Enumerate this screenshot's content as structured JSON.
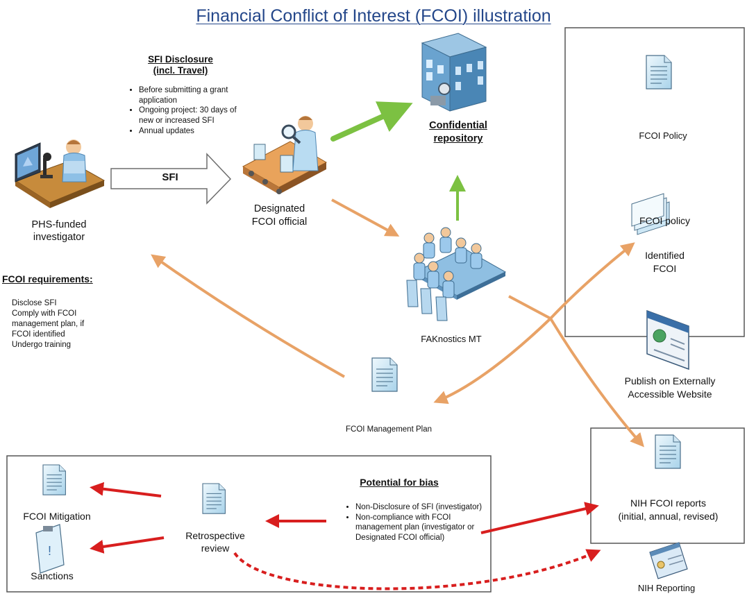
{
  "title": "Financial Conflict of Interest (FCOI) illustration",
  "sfi_disclosure": {
    "heading_line1": "SFI Disclosure",
    "heading_line2": "(incl. Travel)",
    "items": [
      "Before submitting a grant application",
      "Ongoing project: 30 days of new or increased SFI",
      "Annual updates"
    ],
    "arrow_label": "SFI"
  },
  "investigator": {
    "line1": "PHS-funded",
    "line2": "investigator"
  },
  "official": {
    "line1": "Designated",
    "line2": "FCOI official"
  },
  "repository": {
    "line1": "Confidential",
    "line2": "repository"
  },
  "committee": {
    "label": "FAKnostics MT"
  },
  "requirements": {
    "heading": "FCOI requirements:",
    "items": [
      "Disclose SFI",
      "Comply with FCOI",
      "management plan, if",
      "FCOI identified",
      "Undergo training"
    ]
  },
  "management_plan": {
    "label": "FCOI Management Plan"
  },
  "policy": {
    "label": "FCOI Policy"
  },
  "identified": {
    "overlay": "FCOI policy",
    "line1": "Identified",
    "line2": "FCOI"
  },
  "publish": {
    "line1": "Publish on Externally",
    "line2": "Accessible Website"
  },
  "nih_reports": {
    "line1": "NIH FCOI reports",
    "line2": "(initial, annual, revised)"
  },
  "nih_reporting": {
    "label": "NIH Reporting"
  },
  "bias": {
    "heading": "Potential for bias",
    "items": [
      "Non-Disclosure of SFI (investigator)",
      "Non-compliance with FCOI management plan (investigator or Designated FCOI official)"
    ]
  },
  "retrospective": {
    "line1": "Retrospective",
    "line2": "review"
  },
  "mitigation": {
    "label": "FCOI Mitigation"
  },
  "sanctions": {
    "label": "Sanctions"
  },
  "colors": {
    "title": "#24478a",
    "green_arrow": "#7cc142",
    "orange_arrow": "#e8a266",
    "red_arrow": "#d81e1e",
    "box_border": "#555555",
    "document_fill": "#d6ecf7"
  },
  "icons": [
    "investigator-workstation-icon",
    "official-conveyor-icon",
    "repository-building-icon",
    "committee-meeting-icon",
    "document-icon",
    "document-stack-icon",
    "website-icon",
    "clipboard-icon",
    "certificate-icon"
  ]
}
